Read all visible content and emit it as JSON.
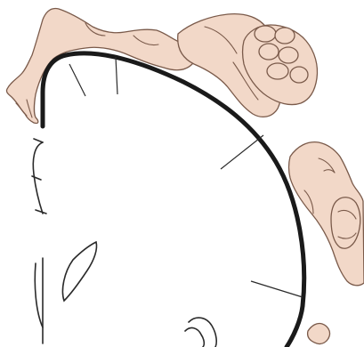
{
  "diagram": {
    "type": "cortical-homunculus-illustration",
    "colors": {
      "skin": "#f2d8c8",
      "skin_outline": "#7a5a4a",
      "cortex_line": "#1a1a1a",
      "leader_lines": "#2a2a2a",
      "background": "#ffffff"
    },
    "body_parts": [
      "foot",
      "leg",
      "trunk",
      "hand",
      "face",
      "tongue"
    ],
    "labels": []
  }
}
